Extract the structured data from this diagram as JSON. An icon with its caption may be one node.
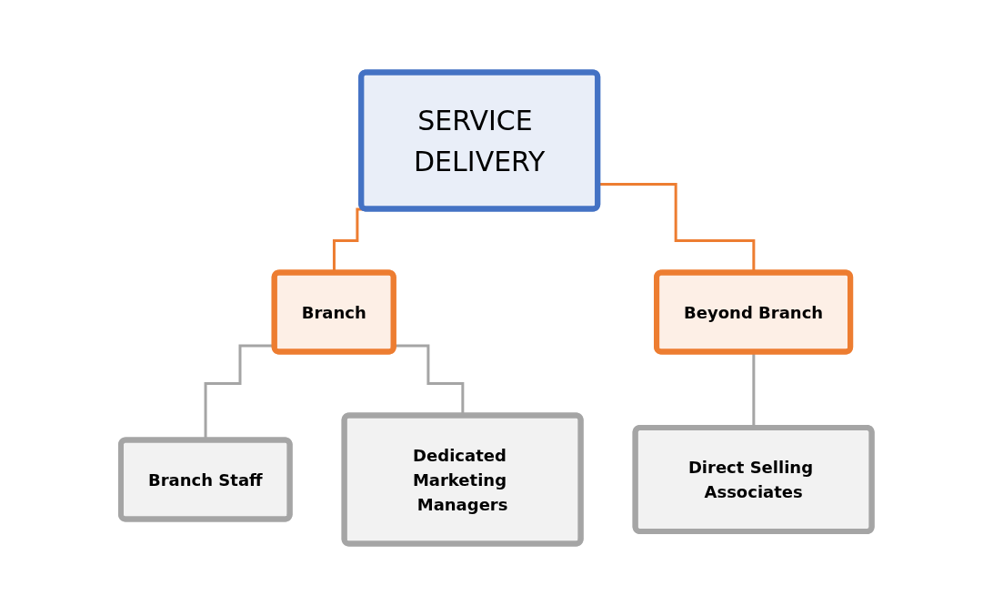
{
  "diagram": {
    "nodes": [
      {
        "text": [
          "SERVICE DELIVERY"
        ]
      },
      {
        "text": [
          "Branch"
        ]
      },
      {
        "text": [
          "Beyond Branch"
        ]
      },
      {
        "text": [
          "Branch Staff"
        ]
      },
      {
        "text": [
          "Dedicated Marketing Managers"
        ]
      },
      {
        "text": [
          "Direct Selling Associates"
        ]
      }
    ],
    "edges": [
      {
        "from": 0,
        "to": 1,
        "arrow": "none",
        "color": "#ed7d31"
      },
      {
        "from": 0,
        "to": 2,
        "arrow": "none",
        "color": "#ed7d31"
      },
      {
        "from": 1,
        "to": 3,
        "arrow": "none"
      },
      {
        "from": 1,
        "to": 4,
        "arrow": "none"
      },
      {
        "from": 2,
        "to": 5,
        "arrow": "none"
      }
    ]
  }
}
